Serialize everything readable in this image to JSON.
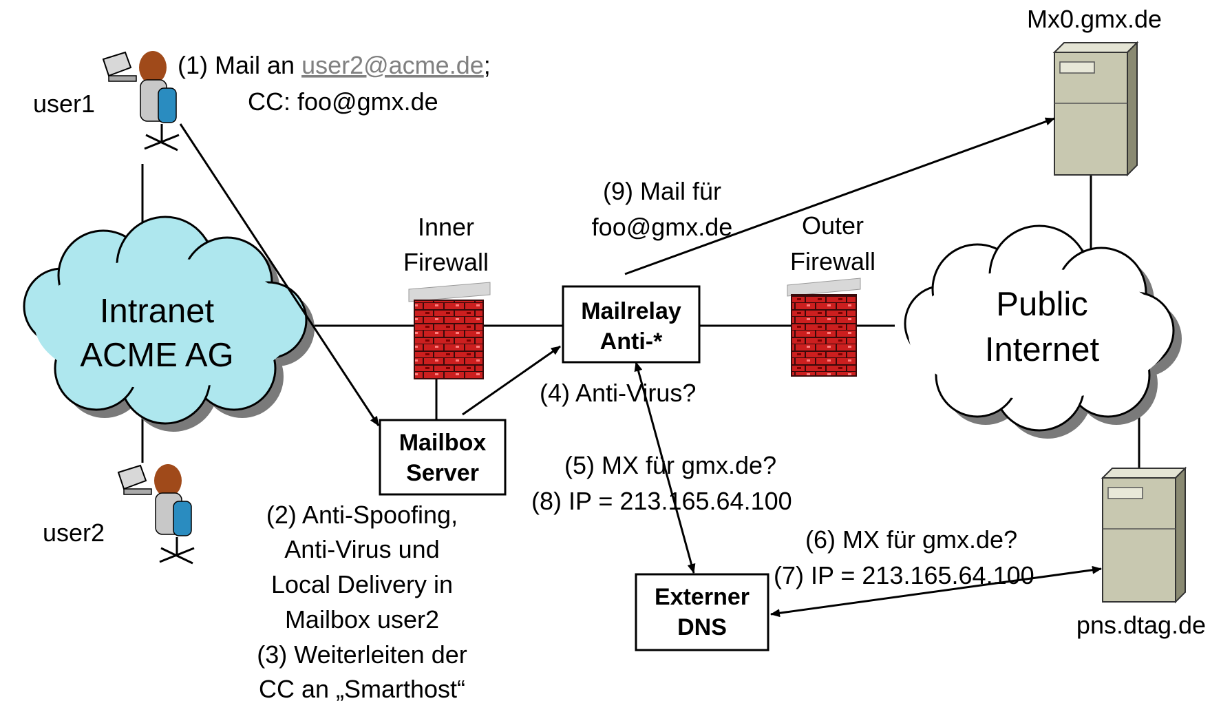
{
  "nodes": {
    "user1": "user1",
    "user2": "user2",
    "intranet": {
      "line1": "Intranet",
      "line2": "ACME AG"
    },
    "public_internet": {
      "line1": "Public",
      "line2": "Internet"
    },
    "inner_firewall": {
      "line1": "Inner",
      "line2": "Firewall"
    },
    "outer_firewall": {
      "line1": "Outer",
      "line2": "Firewall"
    },
    "mailrelay": {
      "line1": "Mailrelay",
      "line2": "Anti-*"
    },
    "mailbox_server": {
      "line1": "Mailbox",
      "line2": "Server"
    },
    "externer_dns": {
      "line1": "Externer",
      "line2": "DNS"
    },
    "mx0": "Mx0.gmx.de",
    "pns": "pns.dtag.de"
  },
  "steps": {
    "s1": {
      "prefix": "(1) Mail an ",
      "link": "user2@acme.de",
      "suffix": ";",
      "line2": "CC: foo@gmx.de"
    },
    "s2": [
      "(2) Anti-Spoofing,",
      "Anti-Virus und",
      "Local Delivery in",
      "Mailbox user2"
    ],
    "s3": [
      "(3) Weiterleiten der",
      "CC an „Smarthost“"
    ],
    "s4": "(4) Anti-Virus?",
    "s5": "(5) MX für gmx.de?",
    "s6": "(6) MX für gmx.de?",
    "s7": "(7) IP = 213.165.64.100",
    "s8": "(8) IP = 213.165.64.100",
    "s9": [
      "(9) Mail für",
      "foo@gmx.de"
    ]
  },
  "colors": {
    "cloud": "#aee7ee",
    "brick": "#cc1f1f",
    "server": "#c8c8b0",
    "link": "#808080"
  }
}
